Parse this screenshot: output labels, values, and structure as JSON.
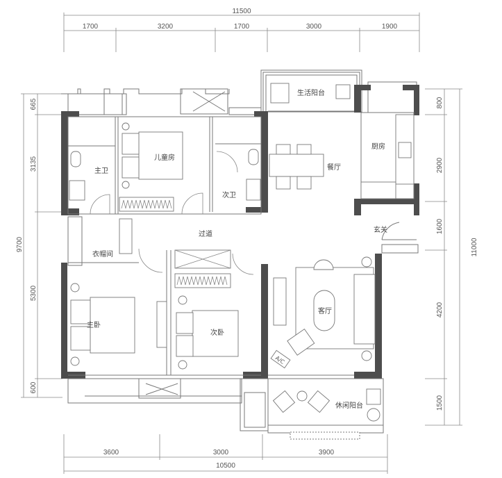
{
  "dimensions": {
    "top_total": "11500",
    "top": [
      "1700",
      "3200",
      "1700",
      "3000",
      "1900"
    ],
    "left_total": "9700",
    "left": [
      "665",
      "3135",
      "5300",
      "600"
    ],
    "right_total": "11000",
    "right": [
      "800",
      "2900",
      "1600",
      "4200",
      "1500"
    ],
    "bottom_total": "10500",
    "bottom": [
      "3600",
      "3000",
      "3900"
    ]
  },
  "rooms": {
    "utility_balcony": "生活阳台",
    "kitchen": "厨房",
    "kids_room": "儿童房",
    "master_bath": "主卫",
    "dining": "餐厅",
    "second_bath": "次卫",
    "corridor": "过道",
    "entrance": "玄关",
    "walk_in_closet": "衣帽间",
    "living": "客厅",
    "master_bedroom": "主卧",
    "second_bedroom": "次卧",
    "leisure_balcony": "休闲阳台"
  },
  "labels": {
    "ac": "A/C"
  }
}
